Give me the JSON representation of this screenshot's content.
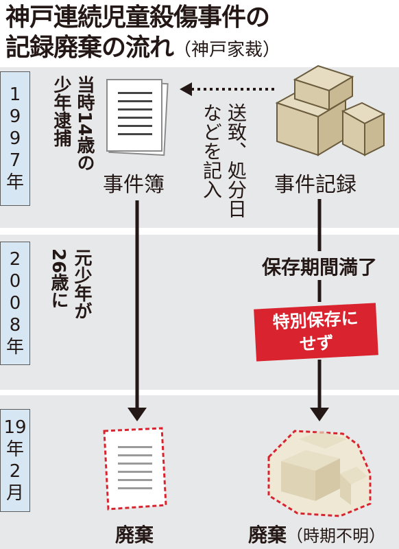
{
  "title": {
    "line1": "神戸連続児童殺傷事件の",
    "line2": "記録廃棄の流れ",
    "line2_sub": "（神戸家裁）"
  },
  "rows": [
    {
      "year_chars": [
        "1",
        "9",
        "9",
        "7",
        "年"
      ],
      "event_lines": [
        "当時14歳の",
        "少年逮捕"
      ]
    },
    {
      "year_chars": [
        "2",
        "0",
        "0",
        "8",
        "年"
      ],
      "event_lines": [
        "元少年が",
        "26歳に"
      ]
    },
    {
      "year_chars": [
        "19",
        "年",
        "2",
        "月"
      ],
      "event_lines": []
    }
  ],
  "left_item": {
    "label": "事件簿",
    "result": "廃棄"
  },
  "right_item": {
    "label": "事件記録",
    "result": "廃棄",
    "result_note": "（時期不明）"
  },
  "transfer_note": {
    "col1": "送致、処分日",
    "col2": "などを記入"
  },
  "expiry_label": "保存期間満了",
  "special_note": {
    "line1": "特別保存に",
    "line2": "せず"
  },
  "colors": {
    "accent_red": "#d9232e",
    "band_gray": "#e7e8e9",
    "year_blue": "#d6e6f2",
    "box_beige": "#e6dcc2"
  }
}
